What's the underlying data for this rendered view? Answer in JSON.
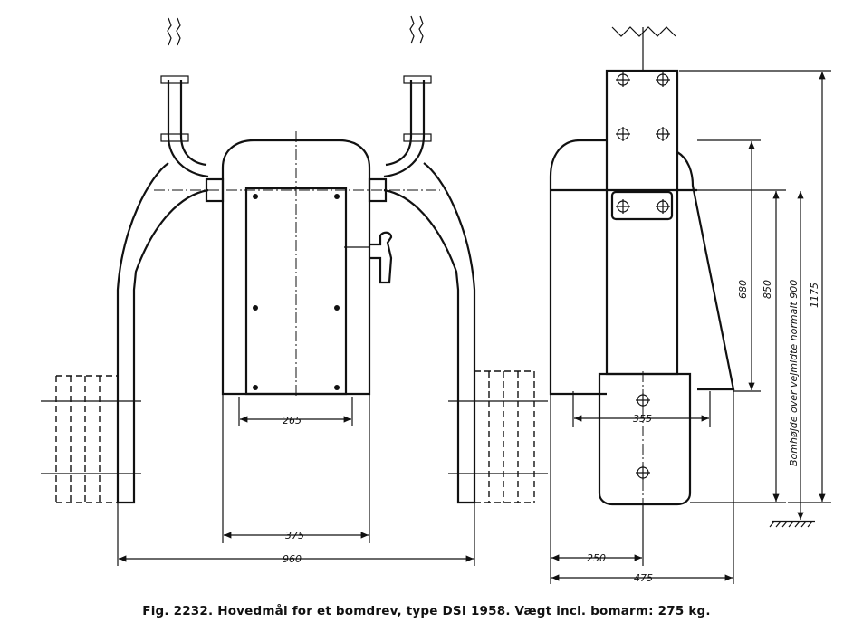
{
  "caption": "Fig. 2232. Hovedmål for et bomdrev, type DSI 1958. Vægt incl. bomarm: 275 kg.",
  "front_view": {
    "dim_265": "265",
    "dim_375": "375",
    "dim_960": "960"
  },
  "side_view": {
    "dim_355": "355",
    "dim_250": "250",
    "dim_475": "475",
    "dim_680": "680",
    "dim_850": "850",
    "dim_1175": "1175",
    "height_note": "Bomhøjde over vejmidte normalt 900"
  }
}
